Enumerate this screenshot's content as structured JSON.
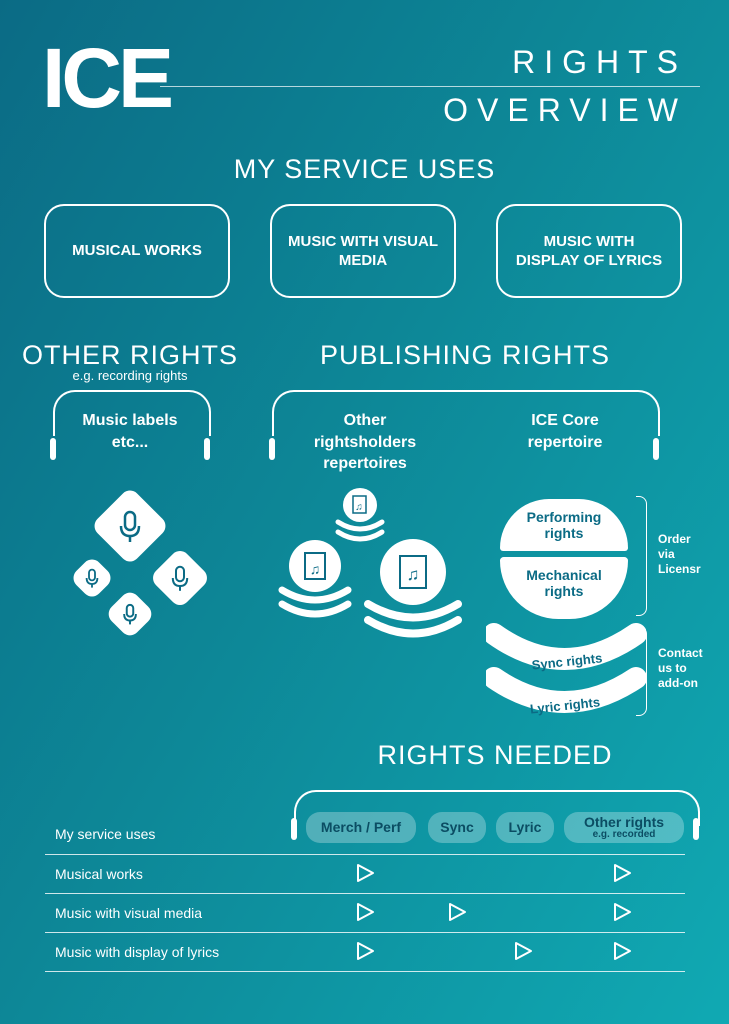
{
  "logo": {
    "text": "ICE"
  },
  "title": {
    "line1": "RIGHTS",
    "line2": "OVERVIEW"
  },
  "service_uses": {
    "heading": "MY SERVICE USES",
    "boxes": [
      "MUSICAL WORKS",
      "MUSIC WITH VISUAL MEDIA",
      "MUSIC WITH DISPLAY OF LYRICS"
    ]
  },
  "other_rights": {
    "heading": "OTHER RIGHTS",
    "subheading": "e.g. recording rights",
    "label": "Music labels etc..."
  },
  "publishing_rights": {
    "heading": "PUBLISHING RIGHTS",
    "other_label": "Other rightsholders repertoires",
    "ice_label": "ICE Core repertoire",
    "performing": "Performing rights",
    "mechanical": "Mechanical rights",
    "sync": "Sync rights",
    "lyric": "Lyric rights",
    "order_note": "Order via Licensr",
    "contact_note": "Contact us to add-on"
  },
  "rights_needed": {
    "heading": "RIGHTS NEEDED",
    "header_label": "My service uses",
    "columns": [
      "Merch / Perf",
      "Sync",
      "Lyric",
      "Other rights"
    ],
    "other_sub": "e.g. recorded",
    "rows": [
      {
        "label": "Musical works",
        "marks": [
          true,
          false,
          false,
          true
        ]
      },
      {
        "label": "Music with visual media",
        "marks": [
          true,
          true,
          false,
          true
        ]
      },
      {
        "label": "Music with display of lyrics",
        "marks": [
          true,
          false,
          true,
          true
        ]
      }
    ]
  },
  "colors": {
    "bg_dark": "#0b6b85",
    "bg_light": "#10a9b3",
    "foreground": "#ffffff"
  },
  "icons": [
    "microphone-icon",
    "music-file-icon"
  ]
}
